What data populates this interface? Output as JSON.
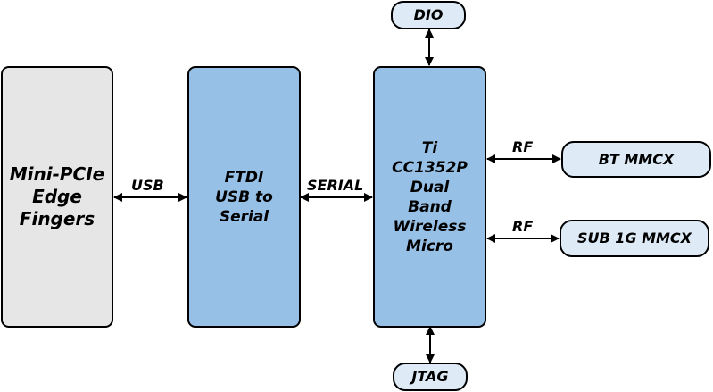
{
  "blocks": {
    "mini_pcie": "Mini-PCIe\nEdge\nFingers",
    "ftdi": "FTDI\nUSB to\nSerial",
    "ti_chip": "Ti\nCC1352P\nDual\nBand\nWireless\nMicro",
    "bt_mmcx": "BT MMCX",
    "sub1g_mmcx": "SUB 1G MMCX",
    "dio": "DIO",
    "jtag": "JTAG"
  },
  "links": {
    "usb": "USB",
    "serial": "SERIAL",
    "rf_bt": "RF",
    "rf_sub1g": "RF"
  },
  "colors": {
    "gray_fill": "#e6e6e6",
    "blue_fill": "#97c0e6",
    "light_fill": "#deebf7"
  }
}
